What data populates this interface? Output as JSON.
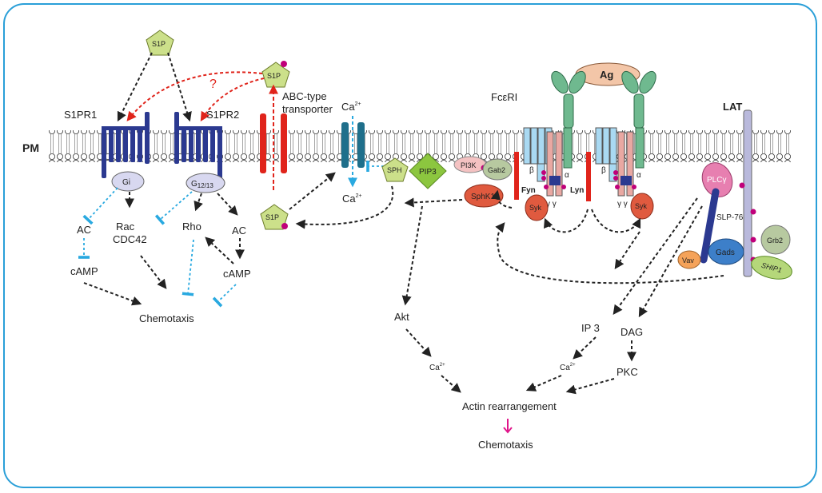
{
  "labels": {
    "pm": "PM",
    "s1pr1": "S1PR1",
    "s1pr2": "S1PR2",
    "s1p": "S1P",
    "gi": "Gi",
    "g1213_main": "G",
    "g1213_sub": "12/13",
    "ac1": "AC",
    "camp1": "cAMP",
    "rac": "Rac",
    "cdc42": "CDC42",
    "rho": "Rho",
    "ac2": "AC",
    "camp2": "cAMP",
    "chemotaxis1": "Chemotaxis",
    "question": "?",
    "abc1": "ABC-type",
    "abc2": "transporter",
    "ca_top": "Ca",
    "ca_bottom": "Ca",
    "ca_mid": "Ca",
    "ca_right": "Ca",
    "sup2plus": "2+",
    "sph": "SPH",
    "pip3": "PIP3",
    "pi3k": "PI3K",
    "gab2": "Gab2",
    "sphk1": "SphK1",
    "fceri": "FcεRI",
    "ag": "Ag",
    "fyn": "Fyn",
    "lyn": "Lyn",
    "syk": "Syk",
    "beta": "β",
    "alpha": "α",
    "gamma": "γ γ",
    "lat": "LAT",
    "plcg": "PLCγ",
    "slp76": "SLP-76",
    "grb2": "Grb2",
    "gads": "Gads",
    "vav": "Vav",
    "ship1": "SHIP1",
    "akt": "Akt",
    "ip3": "IP 3",
    "dag": "DAG",
    "pkc": "PKC",
    "actin": "Actin rearrangement",
    "chemotaxis2": "Chemotaxis"
  },
  "colors": {
    "frame": "#2a9fd8",
    "receptor": "#2b3990",
    "s1p_fill": "#cce08a",
    "transporter": "#e0241b",
    "channel": "#1f6f8b",
    "inhibit": "#29a9e0",
    "question_arrow": "#e0241b",
    "fceri_blue": "#a9d9f2",
    "fceri_pink": "#e9a8a2",
    "ag_fill": "#f3c6a8",
    "lat_fill": "#b9b9dc",
    "plcg_fill": "#e77fb0",
    "gads_fill": "#3d7fc9",
    "pip3_fill": "#8cc63f",
    "chemotaxis_arrow": "#e0168a"
  }
}
